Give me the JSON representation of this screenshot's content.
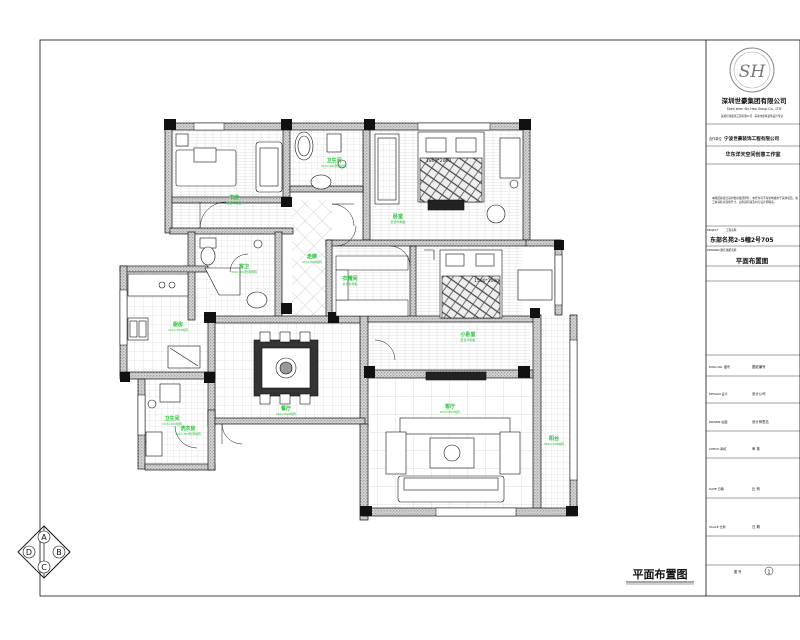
{
  "title_block": {
    "company_cn": "深圳世豪集团有限公司",
    "company_en": "Shen zhen Shi Hao Group Co., LTD",
    "company_line": "深圳世豪装饰工程有限公司 · 深圳市建筑装饰设计专业",
    "client_label": "合作单位",
    "client_name": "宁波世豪装饰工程有限公司",
    "studio_name": "华东洋天空间创意工作室",
    "notes": "本图纸版权归深圳世豪集团所有，未经许可不得复制或用于其他项目。施工前请核对现场尺寸，如有疑问请及时与设计师联系。",
    "project_label": "PROJECT",
    "project_value": "工程名称",
    "project_name": "东部名苑2-5幢2号705",
    "drawing_label": "DRAWING 图名",
    "drawing_value": "图纸名称",
    "drawing_name": "平面布置图",
    "row_labels": [
      "DWG NO. 图号",
      "DESIGN 设计",
      "DRAWN 绘图",
      "CHECK 审核",
      "DATE 日期",
      "SCALE 比例"
    ],
    "row_values": [
      "图纸编号",
      "设计公司",
      "设计师签名",
      "审 核",
      "比 例",
      "日 期"
    ],
    "bottom_labels": [
      "图 号"
    ],
    "sheet_no": "1"
  },
  "plan": {
    "caption": "平面布置图",
    "rooms": [
      {
        "name": "书房",
        "sub": "复合木地板"
      },
      {
        "name": "卫生间",
        "sub": "300×300防滑地砖"
      },
      {
        "name": "卧室",
        "sub": "复合木地板"
      },
      {
        "name": "客卫",
        "sub": "300×300防滑地砖"
      },
      {
        "name": "走廊",
        "sub": "600×600地砖"
      },
      {
        "name": "衣帽间",
        "sub": "复合木地板"
      },
      {
        "name": "小卧室",
        "sub": "复合木地板"
      },
      {
        "name": "厨房",
        "sub": "300×300地砖"
      },
      {
        "name": "餐厅",
        "sub": "600×600地砖"
      },
      {
        "name": "客厅",
        "sub": "800×800地砖"
      },
      {
        "name": "阳台",
        "sub": "300×300地砖"
      },
      {
        "name": "洗衣房",
        "sub": "300×300防滑地砖"
      },
      {
        "name": "卫生间",
        "sub": "300×300地砖"
      }
    ],
    "dims": [
      "1800*2000",
      "1500*2000"
    ]
  },
  "compass": {
    "n": "A",
    "e": "B",
    "s": "C",
    "w": "D"
  },
  "colors": {
    "line": "#111111",
    "label": "#22c233",
    "wall_hatch": "#9a9a9a"
  }
}
